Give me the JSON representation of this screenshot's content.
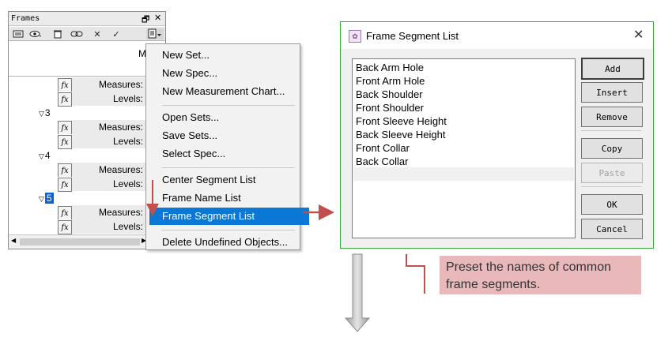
{
  "frames_panel": {
    "title": "Frames",
    "window_controls": [
      "🗗",
      "✕"
    ],
    "toolbar": [
      "list-icon",
      "eye-icon",
      "trash-icon",
      "link-icon",
      "delete-icon",
      "check-icon",
      "page-menu-icon"
    ],
    "header_label": "M",
    "fx_label": "fx",
    "rows": [
      {
        "type": "field",
        "label": "Measures:"
      },
      {
        "type": "field",
        "label": "Levels:"
      },
      {
        "type": "group",
        "number": "3"
      },
      {
        "type": "field",
        "label": "Measures:"
      },
      {
        "type": "field",
        "label": "Levels:"
      },
      {
        "type": "group",
        "number": "4"
      },
      {
        "type": "field",
        "label": "Measures:"
      },
      {
        "type": "field",
        "label": "Levels:"
      },
      {
        "type": "group",
        "number": "5",
        "selected": true
      },
      {
        "type": "field",
        "label": "Measures:"
      },
      {
        "type": "field",
        "label": "Levels:"
      }
    ]
  },
  "context_menu": {
    "items": [
      {
        "label": "New Set..."
      },
      {
        "label": "New Spec..."
      },
      {
        "label": "New Measurement Chart..."
      },
      {
        "separator": true
      },
      {
        "label": "Open Sets..."
      },
      {
        "label": "Save Sets..."
      },
      {
        "label": "Select Spec..."
      },
      {
        "separator": true
      },
      {
        "label": "Center Segment List"
      },
      {
        "label": "Frame Name List"
      },
      {
        "label": "Frame Segment List",
        "highlighted": true
      },
      {
        "separator": true
      },
      {
        "label": "Delete Undefined Objects..."
      }
    ]
  },
  "dialog": {
    "title": "Frame Segment List",
    "close": "✕",
    "segments": [
      "Back Arm Hole",
      "Front Arm Hole",
      "Back Shoulder",
      "Front Shoulder",
      "Front Sleeve Height",
      "Back Sleeve Height",
      "Front Collar",
      "Back Collar"
    ],
    "buttons": {
      "add": "Add",
      "insert": "Insert",
      "remove": "Remove",
      "copy": "Copy",
      "paste": "Paste",
      "ok": "OK",
      "cancel": "Cancel"
    }
  },
  "annotation": {
    "note_line1": "Preset the names of common",
    "note_line2": "frame segments."
  },
  "colors": {
    "menu_highlight": "#0c78d6",
    "dialog_border": "#39a739",
    "note_fill": "#e8b8ba",
    "arrow": "#c0504d"
  }
}
